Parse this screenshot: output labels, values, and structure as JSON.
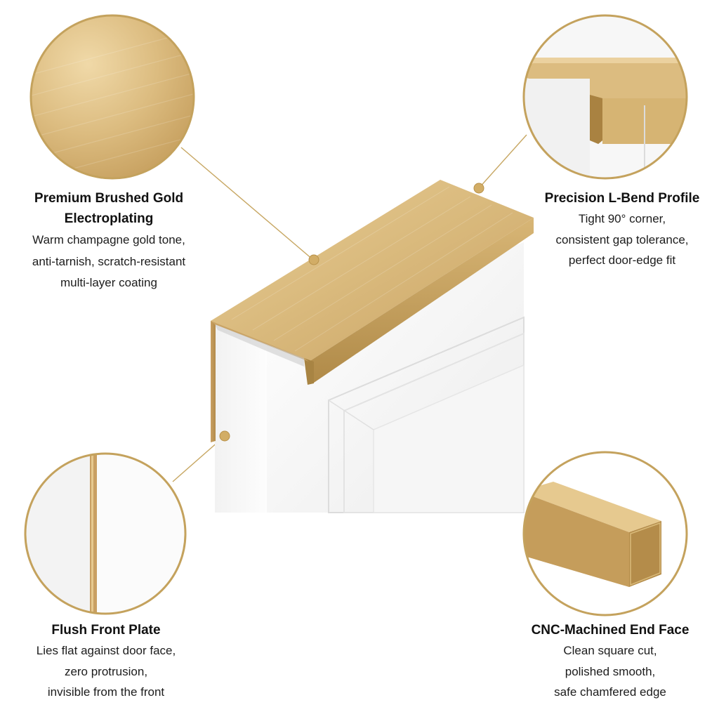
{
  "colors": {
    "gold_light": "#e6c98f",
    "gold_mid": "#cfa967",
    "gold_dark": "#a9823f",
    "ring": "#c4a25d",
    "leader": "#c7a763",
    "door_white": "#f4f4f4"
  },
  "callouts": {
    "brushed": {
      "title": "Premium Brushed Gold Electroplating",
      "lines": [
        "Warm champagne gold tone,",
        "anti-tarnish, scratch-resistant",
        "multi-layer coating"
      ]
    },
    "lbend": {
      "title": "Precision L-Bend Profile",
      "lines": [
        "Tight 90° corner,",
        "consistent gap tolerance,",
        "perfect door-edge fit"
      ]
    },
    "flush": {
      "title": "Flush Front Plate",
      "lines": [
        "Lies flat against door face,",
        "zero protrusion,",
        "invisible from the front"
      ]
    },
    "cnc": {
      "title": "CNC-Machined End Face",
      "lines": [
        "Clean square cut,",
        "polished smooth,",
        "safe chamfered edge"
      ]
    }
  }
}
